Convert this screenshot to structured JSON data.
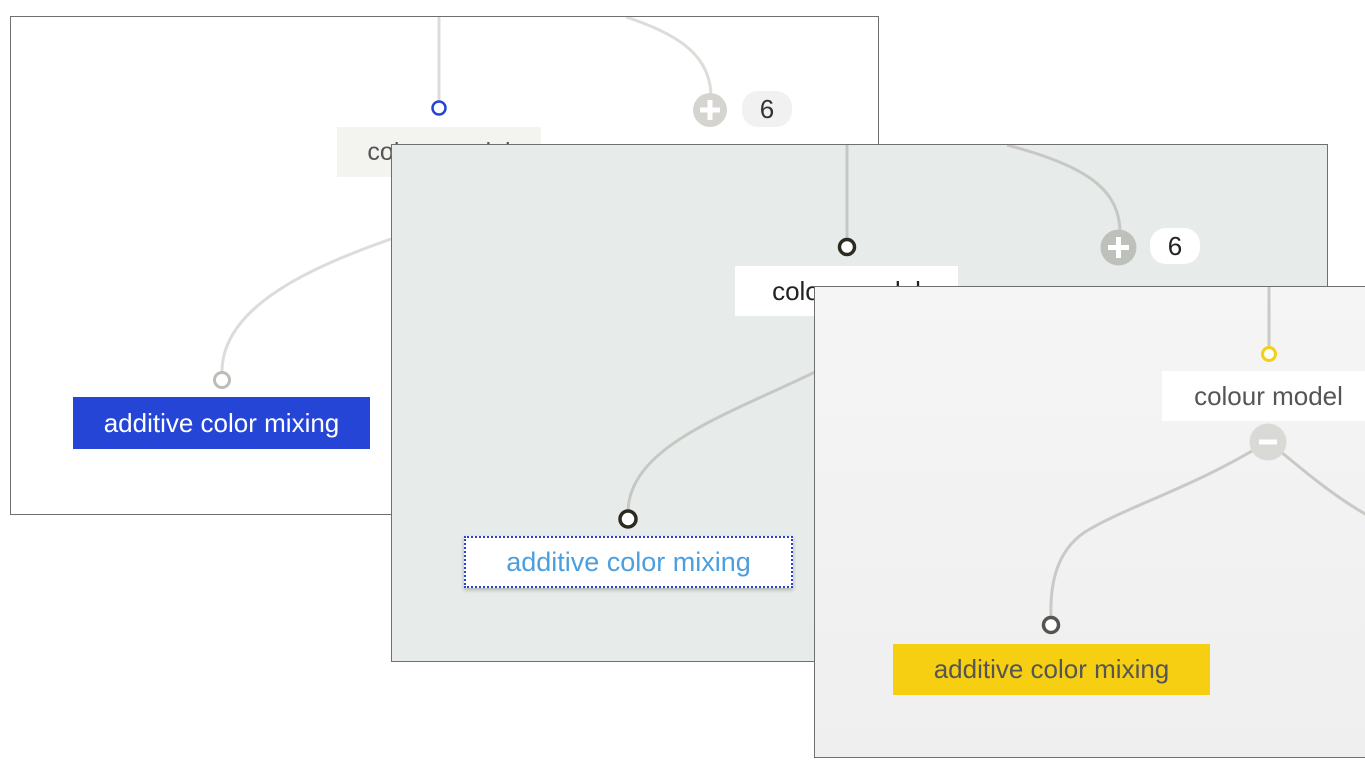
{
  "colors": {
    "blue_accent": "#2545d6",
    "dark_handle": "#2b2b22",
    "yellow_accent": "#f6cf13",
    "grey_wire": "#d2d2cd",
    "focus_text": "#4c9fdf"
  },
  "panels": [
    {
      "theme": "blue",
      "parent_label": "colour model",
      "child_label": "additive color mixing",
      "expand_icon": "plus-circle-icon",
      "hidden_count": "6"
    },
    {
      "theme": "grey-focus",
      "parent_label": "colour model",
      "child_label": "additive color mixing",
      "expand_icon": "plus-circle-icon",
      "hidden_count": "6"
    },
    {
      "theme": "yellow",
      "parent_label": "colour model",
      "child_label": "additive color mixing",
      "collapse_icon": "minus-circle-icon"
    }
  ]
}
